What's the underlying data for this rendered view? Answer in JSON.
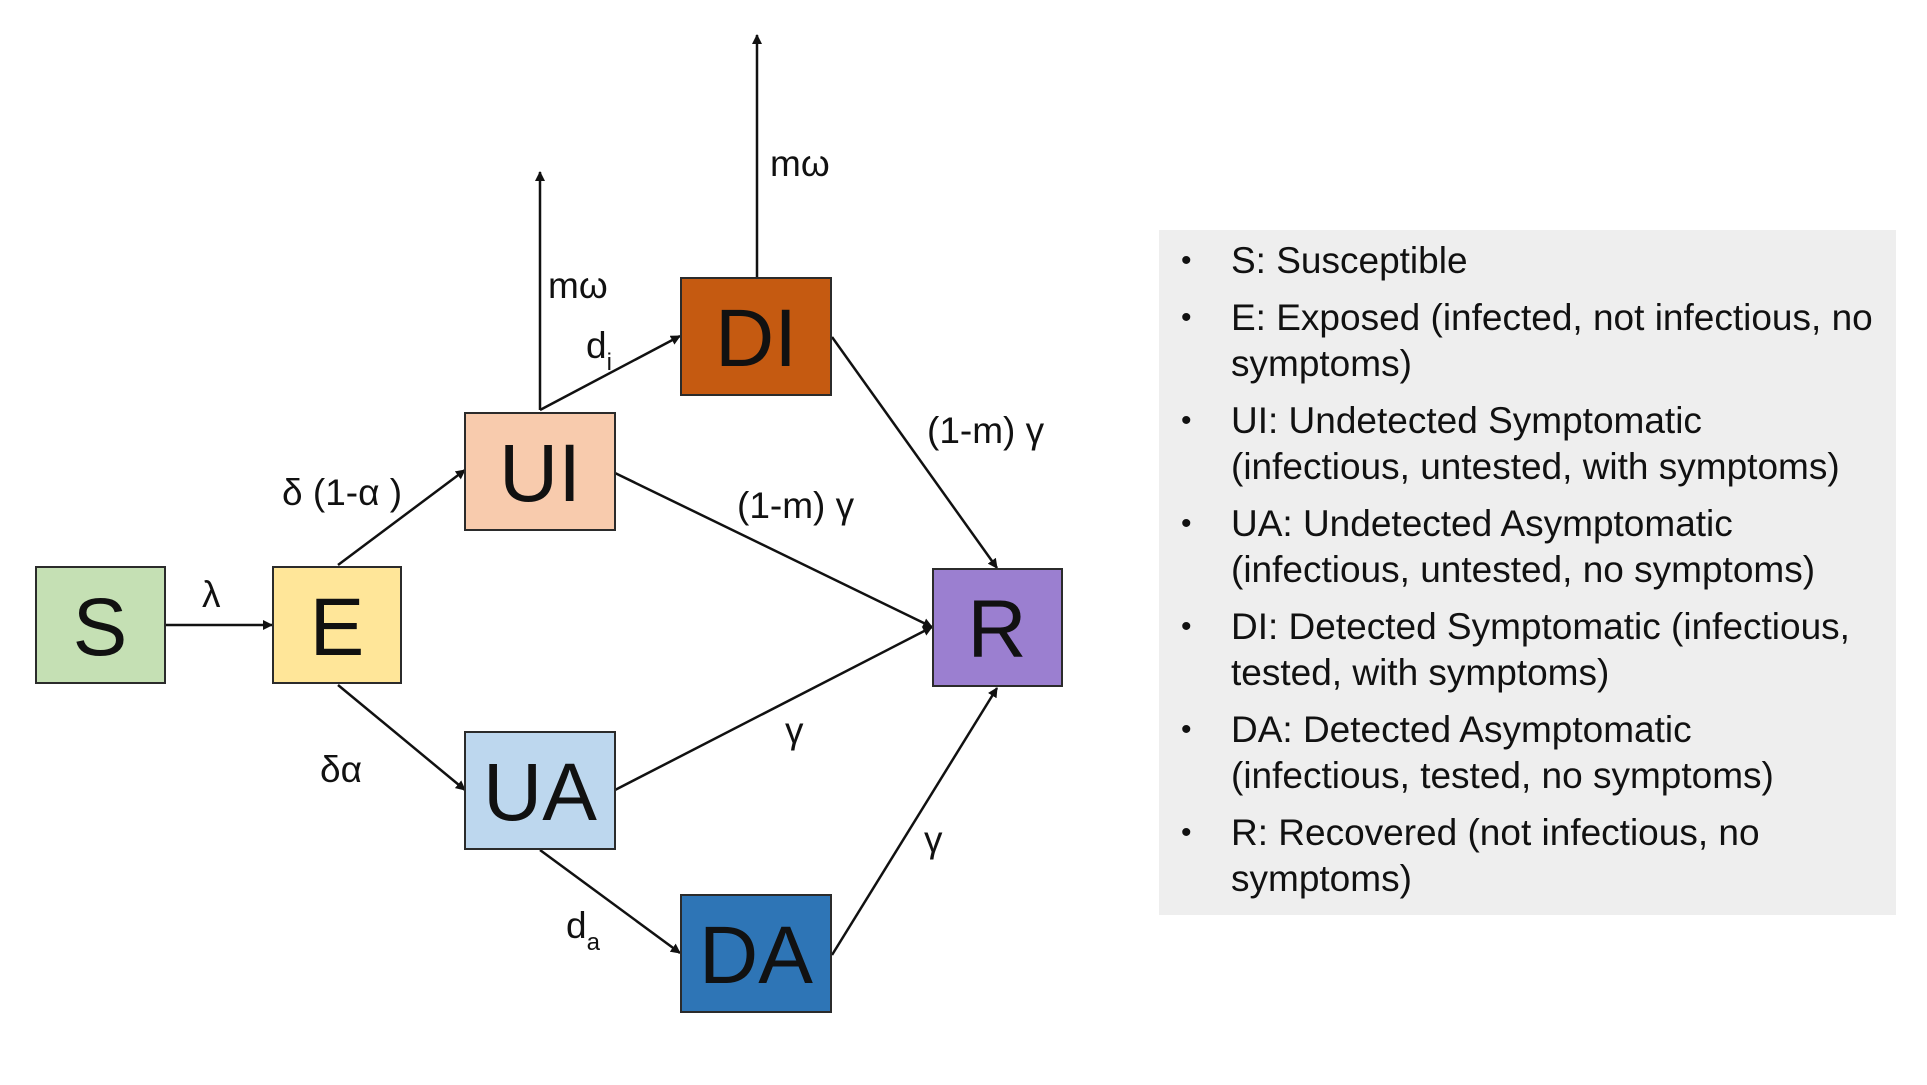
{
  "colors": {
    "S": "#c5e0b4",
    "E": "#ffe699",
    "UI": "#f8cbad",
    "UA": "#bdd7ee",
    "DI": "#c55a11",
    "DA": "#2e75b6",
    "R": "#9b7fd0",
    "legend_bg": "#eeeeee"
  },
  "nodes": {
    "S": "S",
    "E": "E",
    "UI": "UI",
    "UA": "UA",
    "DI": "DI",
    "DA": "DA",
    "R": "R"
  },
  "edges": {
    "s_e": "λ",
    "e_ui": "δ (1-α )",
    "e_ua": "δα",
    "ui_di_main": "d",
    "ui_di_sub": "i",
    "ua_da_main": "d",
    "ua_da_sub": "a",
    "ui_out": "mω",
    "di_out": "mω",
    "di_r": "(1-m) γ",
    "ui_r": "(1-m) γ",
    "ua_r": "γ",
    "da_r": "γ"
  },
  "legend": {
    "bullet": "•",
    "items": [
      "S: Susceptible",
      "E: Exposed (infected, not infectious, no symptoms)",
      "UI: Undetected Symptomatic (infectious, untested, with symptoms)",
      "UA: Undetected Asymptomatic (infectious, untested, no symptoms)",
      "DI: Detected Symptomatic (infectious, tested, with symptoms)",
      "DA: Detected Asymptomatic (infectious, tested, no symptoms)",
      "R: Recovered (not infectious, no symptoms)"
    ]
  }
}
